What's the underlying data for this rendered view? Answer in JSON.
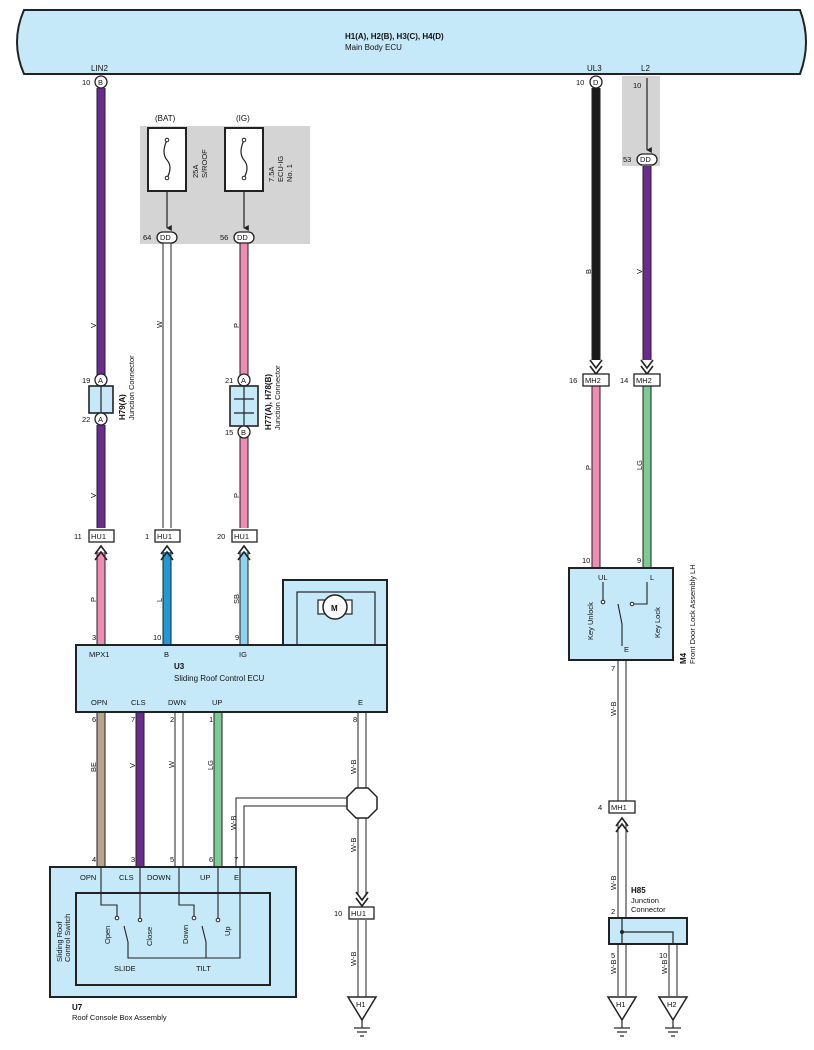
{
  "ecu_main": {
    "ids": "H1(A), H2(B), H3(C), H4(D)",
    "name": "Main Body ECU"
  },
  "terminals_top": {
    "lin2": "LIN2",
    "ul3": "UL3",
    "l2": "L2"
  },
  "pins": {
    "p10b": "10",
    "letter_b": "B",
    "p10d": "10",
    "letter_d": "D",
    "p10l2": "10",
    "p53": "53",
    "p64": "64",
    "p56": "56",
    "p19": "19",
    "p22": "22",
    "p21": "21",
    "p15": "15",
    "p16": "16",
    "p14": "14",
    "p11": "11",
    "p1": "1",
    "p20": "20",
    "p3": "3",
    "p10u3": "10",
    "p9u3": "9",
    "p10m4": "10",
    "p9m4": "9",
    "p7m4": "7",
    "p6": "6",
    "p7": "7",
    "p2": "2",
    "p1up": "1",
    "p8": "8",
    "p4s": "4",
    "p3s": "3",
    "p5s": "5",
    "p6s": "6",
    "p7s": "7",
    "p10hu": "10",
    "p4mh": "4",
    "p2h85": "2",
    "p5h85": "5",
    "p10h85": "10"
  },
  "connectors": {
    "dd": "DD",
    "hu1": "HU1",
    "mh2": "MH2",
    "mh1": "MH1",
    "a": "A",
    "b": "B"
  },
  "fuses": {
    "bat": "(BAT)",
    "ig": "(IG)",
    "f1_amp": "25A",
    "f1_name": "S/ROOF",
    "f2_amp": "7.5A",
    "f2_name": "ECU-IG",
    "f2_no": "No. 1"
  },
  "wire_colors": {
    "v": "V",
    "w": "W",
    "p": "P",
    "l": "L",
    "sb": "SB",
    "b": "B",
    "lg": "LG",
    "be": "BE",
    "wb": "W-B"
  },
  "jc_h79": {
    "id": "H79(A)",
    "name": "Junction Connector"
  },
  "jc_h77": {
    "id": "H77(A), H78(B)",
    "name": "Junction Connector"
  },
  "u3": {
    "id": "U3",
    "name": "Sliding Roof Control ECU",
    "mpx1": "MPX1",
    "b": "B",
    "ig": "IG",
    "opn": "OPN",
    "cls": "CLS",
    "dwn": "DWN",
    "up": "UP",
    "e": "E",
    "motor": "M"
  },
  "u7": {
    "id": "U7",
    "name": "Roof Console Box Assembly",
    "switch_name_1": "Sliding Roof",
    "switch_name_2": "Control Switch",
    "opn": "OPN",
    "cls": "CLS",
    "down": "DOWN",
    "up": "UP",
    "e": "E",
    "open": "Open",
    "close": "Close",
    "down_lbl": "Down",
    "up_lbl": "Up",
    "slide": "SLIDE",
    "tilt": "TILT"
  },
  "m4": {
    "id": "M4",
    "name": "Front Door Lock Assembly LH",
    "ul": "UL",
    "l": "L",
    "e": "E",
    "key_unlock": "Key Unlock",
    "key_lock": "Key Lock"
  },
  "h85": {
    "id": "H85",
    "name_1": "Junction",
    "name_2": "Connector"
  },
  "grounds": {
    "h1": "H1",
    "h1b": "H1",
    "h2": "H2"
  },
  "colors": {
    "box": "#c6e9f9",
    "violet": "#6a2c8f",
    "pink": "#f08cb4",
    "white": "#ffffff",
    "blue": "#1e9ad6",
    "skyblue": "#8fd3f3",
    "black": "#1a1a1a",
    "lightgreen": "#7ccb94",
    "beige": "#b9a48e",
    "shade": "#d4d4d4"
  }
}
